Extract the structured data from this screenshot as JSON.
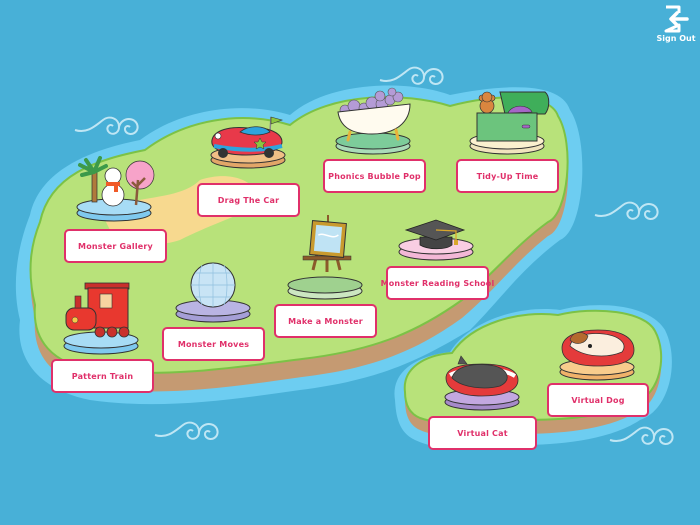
{
  "header": {
    "sign_out_label": "Sign Out",
    "sign_out_icon": "sign-out-icon"
  },
  "colors": {
    "sea": "#48b0d7",
    "shore": "#6dcdf1",
    "grass": "#b8e27a",
    "grass_edge": "#7cc246",
    "cliff": "#c59a72",
    "sand": "#f7d98f",
    "label_border": "#e0306a",
    "label_text": "#e0306a"
  },
  "activities": [
    {
      "id": "monster-gallery",
      "label": "Monster Gallery",
      "icon": "snowman-palm-tree-icon"
    },
    {
      "id": "drag-the-car",
      "label": "Drag The Car",
      "icon": "bumper-car-icon"
    },
    {
      "id": "phonics-bubble-pop",
      "label": "Phonics Bubble Pop",
      "icon": "bubble-bath-icon"
    },
    {
      "id": "tidy-up-time",
      "label": "Tidy-Up Time",
      "icon": "toy-chest-icon"
    },
    {
      "id": "monster-reading-school",
      "label": "Monster Reading School",
      "icon": "graduation-cap-icon"
    },
    {
      "id": "make-a-monster",
      "label": "Make a Monster",
      "icon": "easel-mirror-icon"
    },
    {
      "id": "monster-moves",
      "label": "Monster Moves",
      "icon": "disco-ball-icon"
    },
    {
      "id": "pattern-train",
      "label": "Pattern Train",
      "icon": "train-icon"
    },
    {
      "id": "virtual-cat",
      "label": "Virtual Cat",
      "icon": "sleeping-cat-icon"
    },
    {
      "id": "virtual-dog",
      "label": "Virtual Dog",
      "icon": "sleeping-dog-icon"
    }
  ]
}
